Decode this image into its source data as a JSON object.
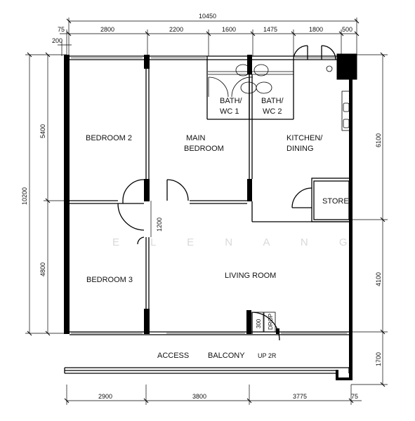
{
  "rooms": {
    "bedroom2": "BEDROOM 2",
    "main_bedroom_1": "MAIN",
    "main_bedroom_2": "BEDROOM",
    "bath1_1": "BATH/",
    "bath1_2": "WC 1",
    "bath2_1": "BATH/",
    "bath2_2": "WC 2",
    "kitchen_1": "KITCHEN/",
    "kitchen_2": "DINING",
    "store": "STORE",
    "bedroom3": "BEDROOM 3",
    "living": "LIVING ROOM",
    "access": "ACCESS",
    "balcony": "BALCONY",
    "up": "UP 2R",
    "drop": "DROP",
    "d300": "300"
  },
  "watermark": "E L E N A   N G",
  "dims": {
    "top_total": "10450",
    "top": [
      "75",
      "2800",
      "2200",
      "1600",
      "1475",
      "1800",
      "500"
    ],
    "top_small": "200",
    "left_total": "10200",
    "left": [
      "5400",
      "4800"
    ],
    "door_gap": "1200",
    "right": [
      "6100",
      "4100",
      "1700"
    ],
    "bottom": [
      "2900",
      "3800",
      "3775",
      "75"
    ]
  }
}
